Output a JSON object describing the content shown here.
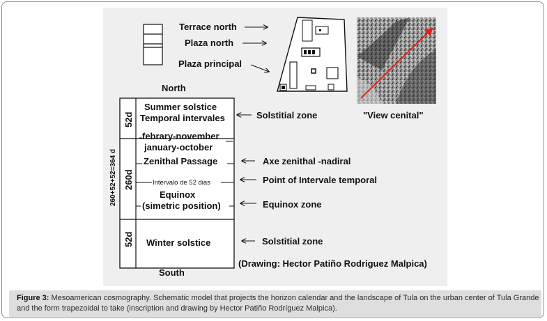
{
  "diagram": {
    "legend": {
      "terrace_north": "Terrace north",
      "plaza_north": "Plaza north",
      "plaza_principal": "Plaza principal"
    },
    "aerial_label": "\"View cenital\"",
    "north_label": "North",
    "south_label": "South",
    "side_total": "260+52+52=364 d",
    "days_top": "52d",
    "days_middle": "260d",
    "days_bottom": "52d",
    "rows": {
      "summer_solstice": "Summer solstice",
      "temporal_intervals": "Temporal intervales",
      "febrary_november": "febrary-november",
      "january_october": "january-october",
      "zenithal_passage": "Zenithal Passage",
      "intervalo": "Intervalo de 52 dias",
      "equinox": "Equinox",
      "simetric_position": "(simetric position)",
      "winter_solstice": "Winter solstice"
    },
    "annotations": {
      "solstitial_zone_top": "Solstitial zone",
      "axe": "Axe  zenithal -nadiral",
      "point_interval": "Point of Intervale temporal",
      "equinox_zone": "Equinox zone",
      "solstitial_zone_bottom": "Solstitial zone"
    },
    "credit": "(Drawing: Hector Patiño Rodriguez Malpica)"
  },
  "caption": {
    "label": "Figure 3:",
    "text": " Mesoamerican cosmography. Schematic model that projects the horizon calendar and the landscape of Tula on the urban center of Tula Grande and the form trapezoidal to take (inscription and drawing by Hector Patiño Rodríguez Malpica)."
  },
  "colors": {
    "aerial_arrow": "#e0231a",
    "figure_bg": "#efefef",
    "caption_bg": "#dedede"
  }
}
